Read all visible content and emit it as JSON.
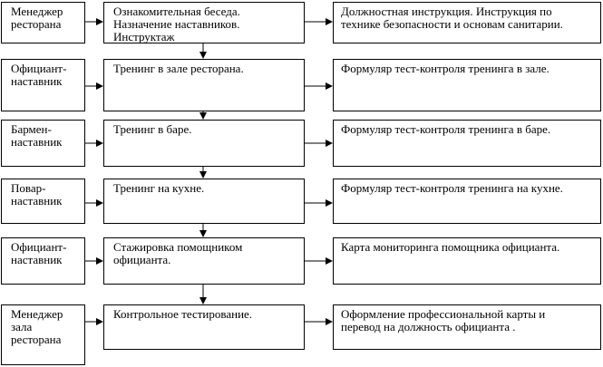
{
  "rows": [
    {
      "role": [
        "Менеджер",
        "ресторана"
      ],
      "activity": [
        "Ознакомительная беседа.",
        "Назначение наставников.",
        "Инструктаж"
      ],
      "document": [
        "Должностная инструкция. Инструкция по",
        "технике безопасности и основам санитарии."
      ]
    },
    {
      "role": [
        "Официант-",
        "наставник"
      ],
      "activity": [
        "Тренинг в зале ресторана."
      ],
      "document": [
        "Формуляр тест-контроля тренинга в зале."
      ]
    },
    {
      "role": [
        "Бармен-",
        "наставник"
      ],
      "activity": [
        "Тренинг в баре."
      ],
      "document": [
        "Формуляр тест-контроля тренинга в баре."
      ]
    },
    {
      "role": [
        "Повар-",
        "наставник"
      ],
      "activity": [
        "Тренинг на кухне."
      ],
      "document": [
        "Формуляр тест-контроля тренинга на кухне."
      ]
    },
    {
      "role": [
        "Официант-",
        "наставник"
      ],
      "activity": [
        "Стажировка помощником",
        "официанта."
      ],
      "document": [
        "Карта мониторинга помощника официанта."
      ]
    },
    {
      "role": [
        "Менеджер",
        "зала",
        "ресторана"
      ],
      "activity": [
        "Контрольное тестирование."
      ],
      "document": [
        "Оформление профессиональной карты и",
        "перевод на должность официанта ."
      ]
    }
  ]
}
